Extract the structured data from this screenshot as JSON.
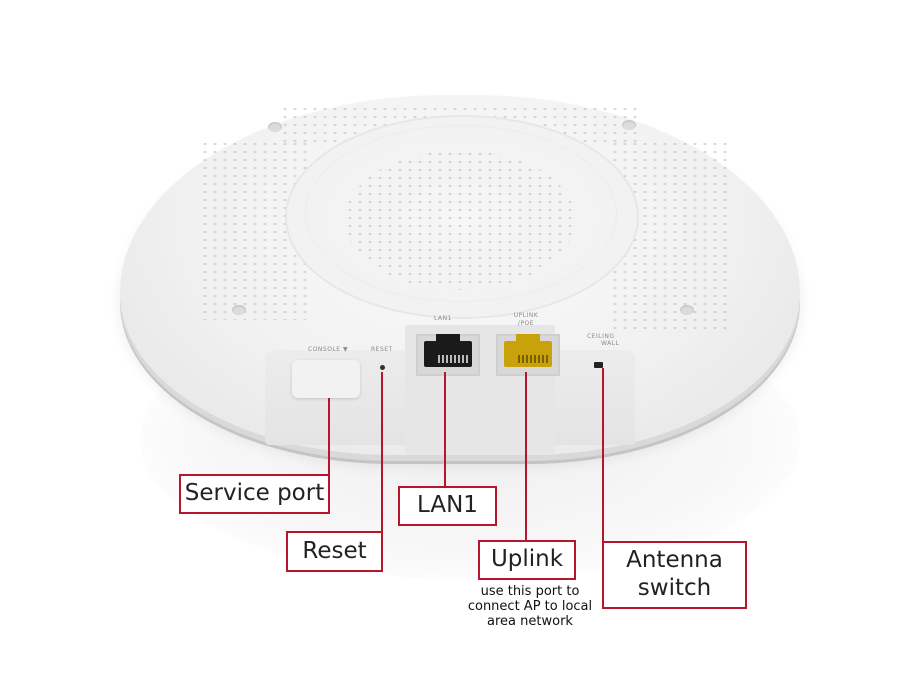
{
  "device": {
    "silkscreen": {
      "console": "CONSOLE ▼",
      "reset": "RESET",
      "lan1": "LAN1",
      "uplink": "UPLINK /POE",
      "antenna_ceiling": "CEILING",
      "antenna_wall": "WALL"
    }
  },
  "callouts": {
    "service_port": "Service port",
    "reset": "Reset",
    "lan1": "LAN1",
    "uplink": "Uplink",
    "uplink_note": "use this port to connect AP to local area network",
    "antenna_line1": "Antenna",
    "antenna_line2": "switch"
  },
  "colors": {
    "callout_border": "#b5162b",
    "poe_port": "#c9a10a"
  }
}
